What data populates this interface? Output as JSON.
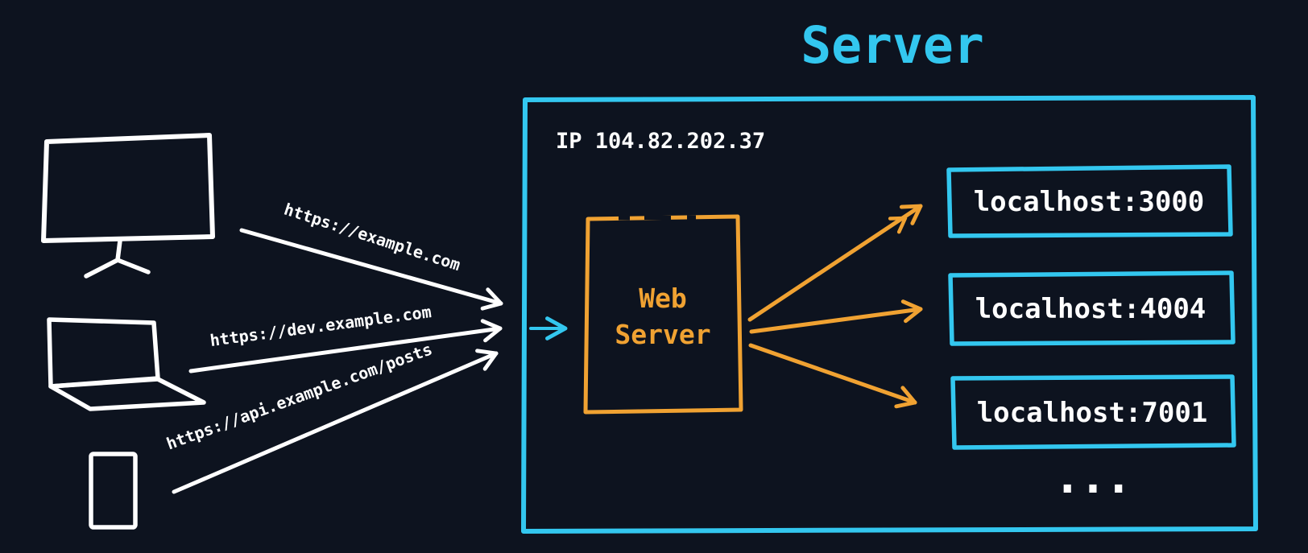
{
  "colors": {
    "background": "#0d131f",
    "cyan": "#33c7ef",
    "orange": "#f0a232",
    "white": "#ffffff"
  },
  "title": "Server",
  "server": {
    "ip": "IP 104.82.202.37",
    "web_server_label": {
      "line1": "Web",
      "line2": "Server"
    },
    "services": [
      {
        "label": "localhost:3000"
      },
      {
        "label": "localhost:4004"
      },
      {
        "label": "localhost:7001"
      }
    ],
    "more_indicator": "..."
  },
  "clients": [
    {
      "device": "desktop-monitor",
      "request_url": "https://example.com"
    },
    {
      "device": "laptop",
      "request_url": "https://dev.example.com"
    },
    {
      "device": "smartphone",
      "request_url": "https://api.example.com/posts"
    }
  ]
}
